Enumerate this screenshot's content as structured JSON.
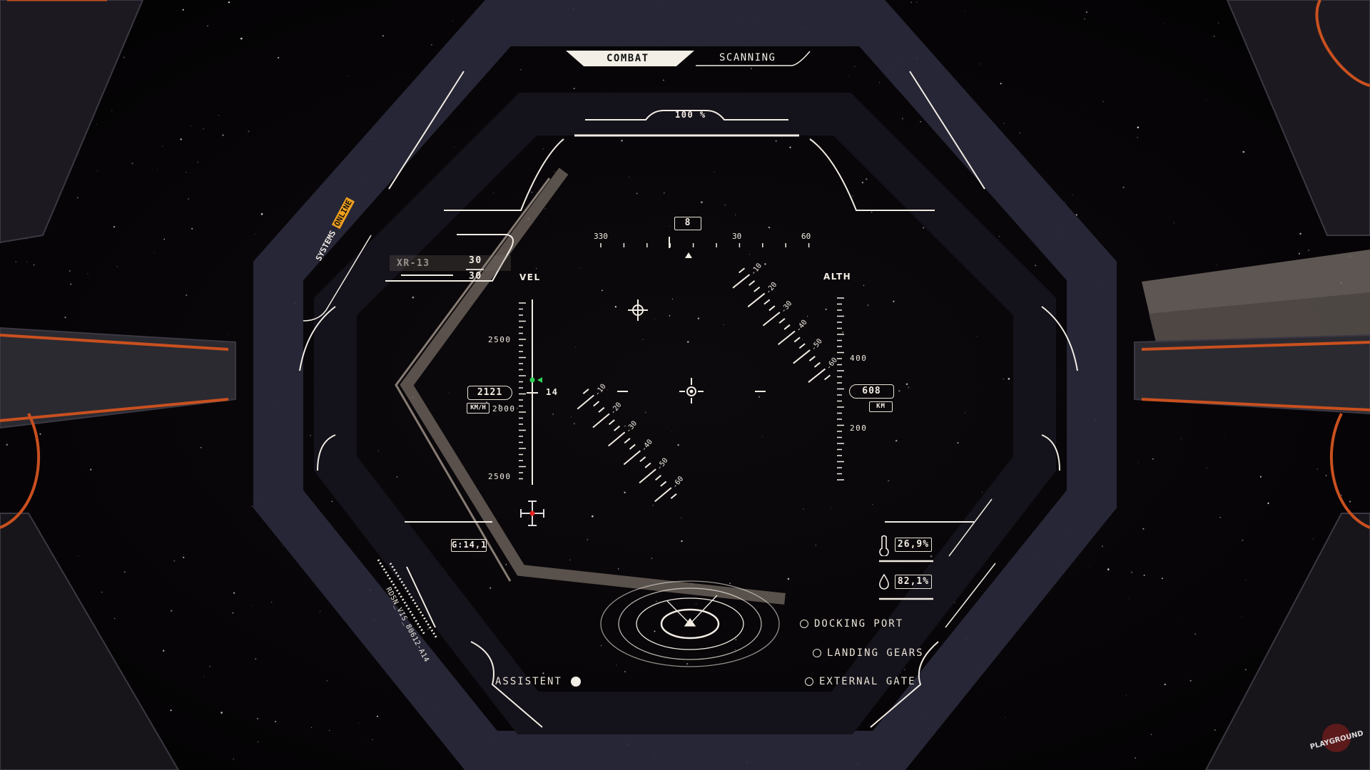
{
  "tabs": [
    {
      "label": "COMBAT",
      "active": true
    },
    {
      "label": "SCANNING",
      "active": false
    }
  ],
  "power": "100 %",
  "heading": {
    "value": "8",
    "scale_labels": [
      "330",
      "30",
      "60"
    ]
  },
  "status_badge": {
    "prefix": "SYSTEMS",
    "state": "ONLINE",
    "color": "#f0a01e"
  },
  "target": {
    "name": "XR-13",
    "top": "30",
    "bottom": "30"
  },
  "velocity": {
    "label": "VEL",
    "value": "2121",
    "unit": "KM/H",
    "scale_labels": [
      "2500",
      "2000",
      "2500"
    ],
    "marker": "14"
  },
  "altitude": {
    "label": "ALTH",
    "value": "608",
    "unit": "KM",
    "scale_labels": [
      "400",
      "200"
    ]
  },
  "pitch_ladder": {
    "labels": [
      "-10",
      "-20",
      "-30",
      "-40",
      "-50",
      "-60"
    ]
  },
  "g_force": "G:14,1",
  "sensors": {
    "temperature": "26,9%",
    "humidity": "82,1%",
    "temperature_icon": "thermometer-icon",
    "humidity_icon": "droplet-icon"
  },
  "options": [
    {
      "label": "DOCKING PORT"
    },
    {
      "label": "LANDING GEARS"
    },
    {
      "label": "EXTERNAL GATE"
    }
  ],
  "assistent": {
    "label": "ASSISTENT",
    "enabled": true
  },
  "serial": "RDSN_VIS_80612-A14",
  "watermark": "PLAYGROUND",
  "colors": {
    "hud": "#f2ece4",
    "accent_orange": "#d0521e",
    "green_marker": "#2ed35a",
    "red_marker": "#e3231f"
  }
}
